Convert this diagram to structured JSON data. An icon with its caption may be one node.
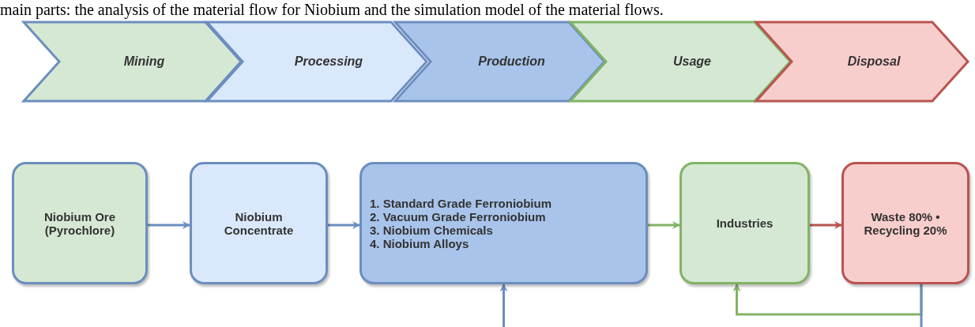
{
  "diagram": {
    "nodes": [
      {
        "text": [
          "Mining"
        ]
      },
      {
        "text": [
          "Processing"
        ]
      },
      {
        "text": [
          "Production"
        ]
      },
      {
        "text": [
          "Usage"
        ]
      },
      {
        "text": [
          "Disposal"
        ]
      },
      {
        "text": [
          "Niobium Ore (Pyrochlore)"
        ]
      },
      {
        "text": [
          "Niobium Concentrate"
        ]
      },
      {
        "text": [
          "1. Standard Grade Ferroniobium",
          "2. Vacuum Grade Ferroniobium",
          "3. Niobium Chemicals",
          "4. Niobium Alloys"
        ]
      },
      {
        "text": [
          "Industries"
        ]
      },
      {
        "text": [
          "Waste 80% • Recycling 20%"
        ]
      }
    ],
    "edges": [
      {
        "from": 5,
        "to": 6,
        "arrow": "to"
      },
      {
        "from": 6,
        "to": 7,
        "arrow": "to"
      },
      {
        "from": 7,
        "to": 8,
        "arrow": "to",
        "color": "#82b366"
      },
      {
        "from": 8,
        "to": 9,
        "arrow": "to",
        "color": "#b85450"
      },
      {
        "from": 9,
        "to": 8,
        "arrow": "to",
        "color": "#82b366"
      },
      {
        "from": 9,
        "to": null,
        "arrow": "none"
      },
      {
        "from": null,
        "to": 7,
        "arrow": "to"
      }
    ],
    "labels": [
      "main parts: the analysis of the material flow for Niobium and the simulation model of the material flows."
    ]
  }
}
